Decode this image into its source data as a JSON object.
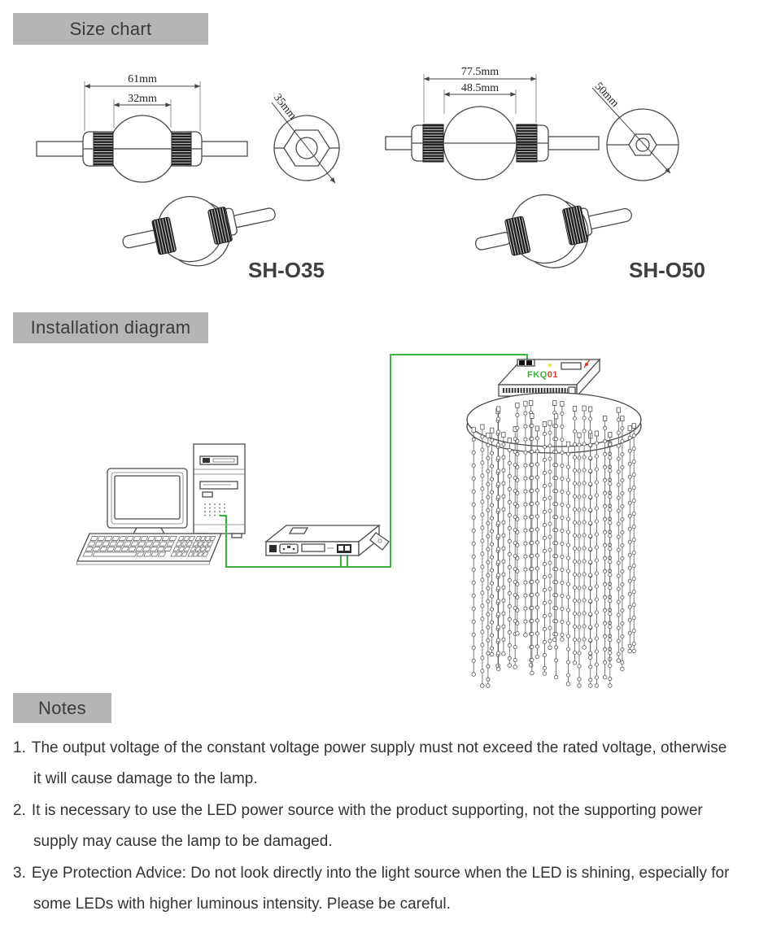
{
  "headers": {
    "size_chart": "Size chart",
    "installation": "Installation diagram",
    "notes": "Notes"
  },
  "size_chart": {
    "models": [
      {
        "name": "SH-O35",
        "overall_width": "61mm",
        "ball_width": "32mm",
        "diameter": "35mm"
      },
      {
        "name": "SH-O50",
        "overall_width": "77.5mm",
        "ball_width": "48.5mm",
        "diameter": "50mm"
      }
    ]
  },
  "installation": {
    "controller_label": {
      "green_part": "FKQ",
      "red_part": "01"
    }
  },
  "notes": {
    "items": [
      {
        "number": "1.",
        "line1": "The output voltage of the constant voltage power supply must not exceed the rated voltage, otherwise",
        "line2": "it will cause damage to the lamp."
      },
      {
        "number": "2.",
        "line1": "It is necessary to use the LED power source with the product supporting, not the supporting power",
        "line2": "supply may cause the lamp to be damaged."
      },
      {
        "number": "3.",
        "line1": "Eye Protection Advice: Do not look directly into the light source when the LED is shining, especially for",
        "line2": "some LEDs with higher luminous intensity. Please be careful."
      }
    ]
  },
  "colors": {
    "header_bg": "#b5b5b5",
    "header_text": "#3b3b3b",
    "line_art": "#4a4a4a",
    "wire_green": "#3cb33c",
    "label_green": "#3cb33c",
    "label_red": "#d93a2b",
    "indicator_yellow": "#e8e23c",
    "note_text": "#333333"
  }
}
